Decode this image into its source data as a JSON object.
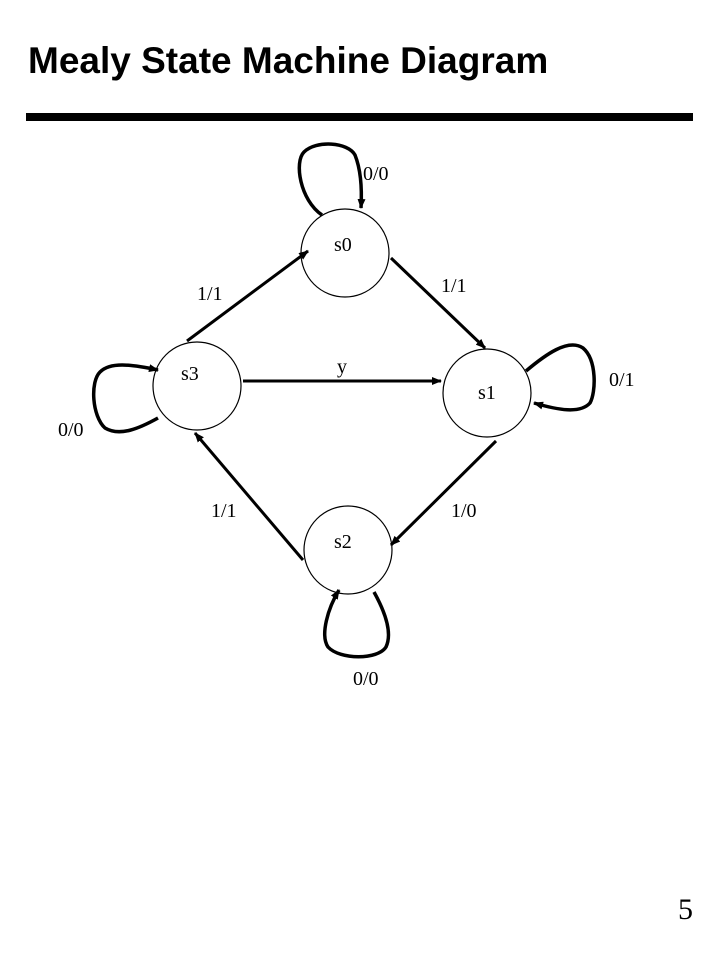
{
  "title": "Mealy State Machine Diagram",
  "page_number": "5",
  "colors": {
    "ink": "#000000",
    "background": "#ffffff"
  },
  "diagram": {
    "states": [
      "s0",
      "s1",
      "s2",
      "s3"
    ],
    "transitions": [
      {
        "from": "s0",
        "to": "s0",
        "label": "0/0"
      },
      {
        "from": "s0",
        "to": "s1",
        "label": "1/1"
      },
      {
        "from": "s1",
        "to": "s1",
        "label": "0/1"
      },
      {
        "from": "s1",
        "to": "s2",
        "label": "1/0"
      },
      {
        "from": "s2",
        "to": "s2",
        "label": "0/0"
      },
      {
        "from": "s2",
        "to": "s3",
        "label": "1/1"
      },
      {
        "from": "s3",
        "to": "s3",
        "label": "0/0"
      },
      {
        "from": "s3",
        "to": "s0",
        "label": "1/1"
      },
      {
        "from": "s3",
        "to": "s1",
        "label": "y"
      }
    ]
  }
}
